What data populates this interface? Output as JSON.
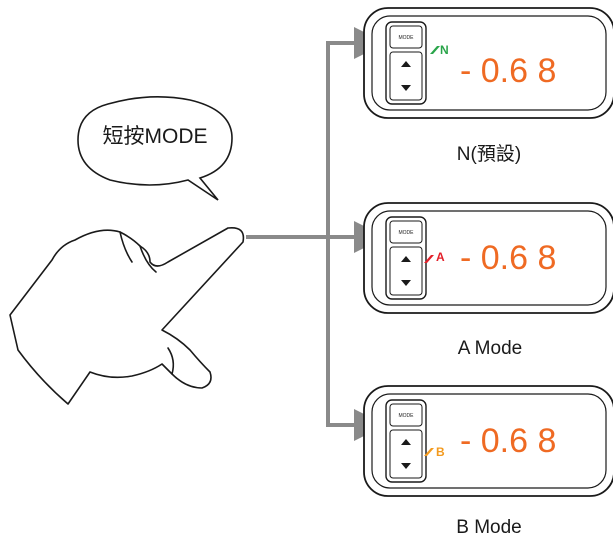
{
  "bubble": {
    "text": "短按MODE"
  },
  "colors": {
    "arrow": "#8a8a8a",
    "reading": "#ef6a23",
    "mode_n": "#2aa54a",
    "mode_a": "#e3202a",
    "mode_b": "#f39a1e",
    "outline": "#1a1a1a"
  },
  "displays": [
    {
      "id": "n",
      "mode_letter": "N",
      "reading": "- 0.6 8",
      "button_label": "MODE",
      "caption": "N(預設)",
      "mode_color": "#2aa54a"
    },
    {
      "id": "a",
      "mode_letter": "A",
      "reading": "- 0.6 8",
      "button_label": "MODE",
      "caption": "A Mode",
      "mode_color": "#e3202a"
    },
    {
      "id": "b",
      "mode_letter": "B",
      "reading": "- 0.6 8",
      "button_label": "MODE",
      "caption": "B Mode",
      "mode_color": "#f39a1e"
    }
  ]
}
